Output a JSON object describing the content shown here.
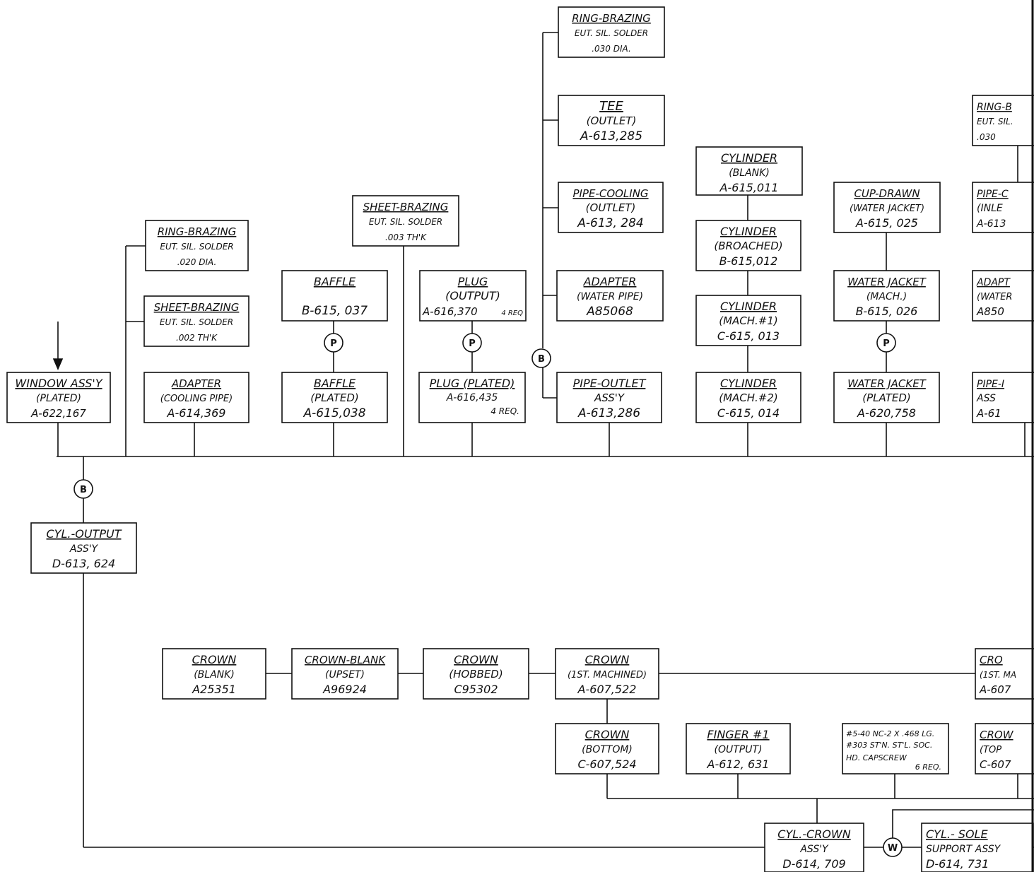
{
  "colors": {
    "ink": "#111111",
    "paper": "#ffffff"
  },
  "symbols": [
    "B",
    "P",
    "W"
  ],
  "parts": [
    {
      "id": "window-assy",
      "title": "WINDOW ASS'Y",
      "sub": "(PLATED)",
      "num": "A-622,167"
    },
    {
      "id": "cyl-output-assy",
      "title": "CYL.-OUTPUT",
      "sub": "ASS'Y",
      "num": "D-613, 624"
    },
    {
      "id": "ring-brazing-020",
      "title": "RING-BRAZING",
      "sub": "EUT. SIL. SOLDER",
      "num": ".020  DIA."
    },
    {
      "id": "sheet-brazing-002",
      "title": "SHEET-BRAZING",
      "sub": "EUT. SIL. SOLDER",
      "num": ".002  TH'K"
    },
    {
      "id": "adapter-cooling-pipe",
      "title": "ADAPTER",
      "sub": "(COOLING  PIPE)",
      "num": "A-614,369"
    },
    {
      "id": "sheet-brazing-003",
      "title": "SHEET-BRAZING",
      "sub": "EUT. SIL. SOLDER",
      "num": ".003  TH'K"
    },
    {
      "id": "baffle",
      "title": "BAFFLE",
      "sub": "",
      "num": "B-615, 037"
    },
    {
      "id": "baffle-plated",
      "title": "BAFFLE",
      "sub": "(PLATED)",
      "num": "A-615,038"
    },
    {
      "id": "plug-output",
      "title": "PLUG",
      "sub": "(OUTPUT)",
      "num": "A-616,370",
      "note": "4 REQ"
    },
    {
      "id": "plug-plated",
      "title": "PLUG (PLATED)",
      "sub": "A-616,435",
      "num": "4 REQ."
    },
    {
      "id": "ring-brazing-030",
      "title": "RING-BRAZING",
      "sub": "EUT. SIL. SOLDER",
      "num": ".030  DIA."
    },
    {
      "id": "tee-outlet",
      "title": "TEE",
      "sub": "(OUTLET)",
      "num": "A-613,285"
    },
    {
      "id": "pipe-cooling-outlet",
      "title": "PIPE-COOLING",
      "sub": "(OUTLET)",
      "num": "A-613, 284"
    },
    {
      "id": "adapter-water-pipe",
      "title": "ADAPTER",
      "sub": "(WATER PIPE)",
      "num": "A85068"
    },
    {
      "id": "pipe-outlet-assy",
      "title": "PIPE-OUTLET",
      "sub": "ASS'Y",
      "num": "A-613,286"
    },
    {
      "id": "cylinder-blank",
      "title": "CYLINDER",
      "sub": "(BLANK)",
      "num": "A-615,011"
    },
    {
      "id": "cylinder-broached",
      "title": "CYLINDER",
      "sub": "(BROACHED)",
      "num": "B-615,012"
    },
    {
      "id": "cylinder-mach-1",
      "title": "CYLINDER",
      "sub": "(MACH.#1)",
      "num": "C-615, 013"
    },
    {
      "id": "cylinder-mach-2",
      "title": "CYLINDER",
      "sub": "(MACH.#2)",
      "num": "C-615, 014"
    },
    {
      "id": "cup-drawn",
      "title": "CUP-DRAWN",
      "sub": "(WATER JACKET)",
      "num": "A-615, 025"
    },
    {
      "id": "water-jacket-mach",
      "title": "WATER JACKET",
      "sub": "(MACH.)",
      "num": "B-615, 026"
    },
    {
      "id": "water-jacket-plated",
      "title": "WATER JACKET",
      "sub": "(PLATED)",
      "num": "A-620,758"
    },
    {
      "id": "ring-brazing-right",
      "title": "RING-B",
      "sub": "EUT. SIL.",
      "num": ".030"
    },
    {
      "id": "pipe-cooling-inlet",
      "title": "PIPE-C",
      "sub": "(INLE",
      "num": "A-613"
    },
    {
      "id": "adapter-right",
      "title": "ADAPT",
      "sub": "(WATER",
      "num": "A850"
    },
    {
      "id": "pipe-right",
      "title": "PIPE-I",
      "sub": "ASS",
      "num": "A-61"
    },
    {
      "id": "crown-blank",
      "title": "CROWN",
      "sub": "(BLANK)",
      "num": "A25351"
    },
    {
      "id": "crown-blank-upset",
      "title": "CROWN-BLANK",
      "sub": "(UPSET)",
      "num": "A96924"
    },
    {
      "id": "crown-hobbed",
      "title": "CROWN",
      "sub": "(HOBBED)",
      "num": "C95302"
    },
    {
      "id": "crown-1st-machined",
      "title": "CROWN",
      "sub": "(1ST. MACHINED)",
      "num": "A-607,522"
    },
    {
      "id": "crown-bottom",
      "title": "CROWN",
      "sub": "(BOTTOM)",
      "num": "C-607,524"
    },
    {
      "id": "finger-1-output",
      "title": "FINGER #1",
      "sub": "(OUTPUT)",
      "num": "A-612, 631"
    },
    {
      "id": "capscrew",
      "title": "",
      "sub": "#5-40 NC-2 X .468 LG.",
      "num": "#303 ST'N. ST'L. SOC.",
      "extra": "HD. CAPSCREW",
      "extra2": "6 REQ."
    },
    {
      "id": "crown-right-1",
      "title": "CRO",
      "sub": "(1ST. MA",
      "num": "A-607"
    },
    {
      "id": "crown-right-2",
      "title": "CROW",
      "sub": "(TOP",
      "num": "C-607"
    },
    {
      "id": "cyl-crown-assy",
      "title": "CYL.-CROWN",
      "sub": "ASS'Y",
      "num": "D-614, 709"
    },
    {
      "id": "cyl-sole-support-assy",
      "title": "CYL.- SOLE",
      "sub": "SUPPORT ASSY",
      "num": "D-614, 731"
    }
  ]
}
